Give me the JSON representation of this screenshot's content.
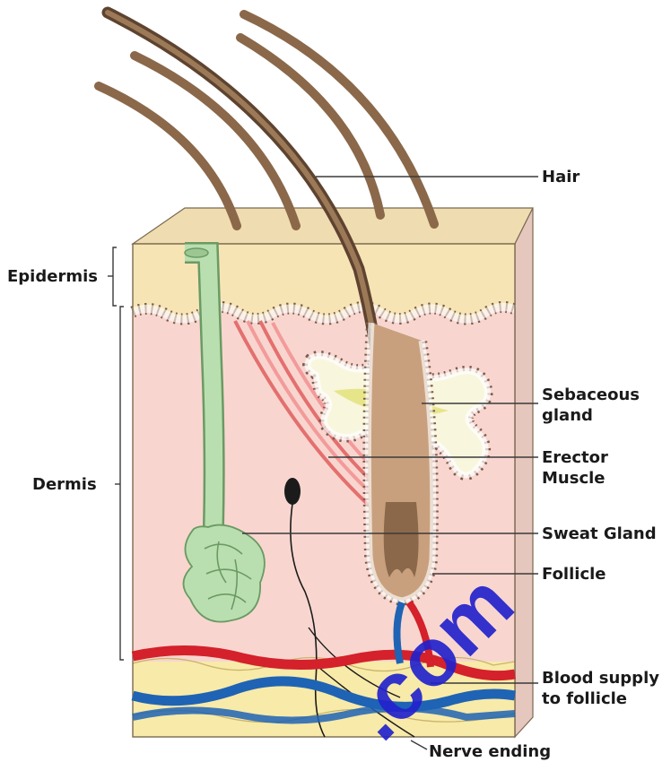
{
  "labels": {
    "hair": "Hair",
    "epidermis": "Epidermis",
    "dermis": "Dermis",
    "sebaceous_line1": "Sebaceous",
    "sebaceous_line2": "gland",
    "erector_line1": "Erector",
    "erector_line2": "Muscle",
    "sweat_gland": "Sweat Gland",
    "follicle": "Follicle",
    "blood_line1": "Blood supply",
    "blood_line2": "to follicle",
    "nerve_ending": "Nerve ending",
    "watermark": ".com"
  },
  "colors": {
    "epidermis": "#f7e4b5",
    "dermis": "#f8d6cf",
    "hair": "#8a6849",
    "hair_dark": "#5e4330",
    "sweat_gland": "#b9dfb0",
    "sweat_gland_outline": "#6b9a63",
    "sebaceous_fill": "#e6e58a",
    "muscle": "#e88888",
    "artery": "#d4212b",
    "vein": "#1f63b5",
    "fat": "#f8eaa8",
    "watermark": "#2222cc"
  }
}
